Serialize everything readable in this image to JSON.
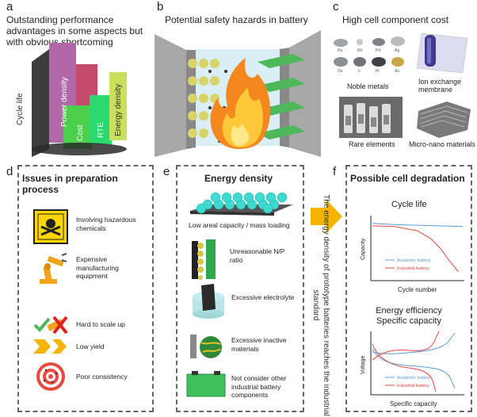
{
  "panel_a": {
    "letter": "a",
    "title": "Outstanding performance advantages in some aspects but with obvious shortcoming",
    "bars": [
      "Cycle life",
      "Power density",
      "Cost",
      "RTE",
      "Energy density"
    ],
    "colors": {
      "cycle": "#4a4a4a",
      "power": "#b267a8",
      "cost": "#4ccf4c",
      "rte": "#2bd96e",
      "energy": "#c9e05a",
      "pink": "#c44a6c"
    }
  },
  "panel_b": {
    "letter": "b",
    "title": "Potential safety hazards in battery"
  },
  "panel_c": {
    "letter": "c",
    "title": "High cell component cost",
    "items": [
      "Noble metals",
      "Ion exchange membrane",
      "Rare elements",
      "Micro-nano materials"
    ],
    "metals": [
      "Ru",
      "Rh",
      "Pd",
      "Ag",
      "Os",
      "Ir",
      "Pt",
      "Au"
    ]
  },
  "panel_d": {
    "letter": "d",
    "title": "Issues in preparation process",
    "items": [
      "Involving hazardous chemicals",
      "Expensive manufacturing equipment",
      "Hard to scale up",
      "Low yield",
      "Poor consistency"
    ]
  },
  "panel_e": {
    "letter": "e",
    "title": "Energy density",
    "caption": "Low areal capacity / mass loading",
    "items": [
      "Unreasonable N/P ratio",
      "Excessive electrolyte",
      "Excessive inactive materials",
      "Not consider other industrial battery components"
    ],
    "arrow_text": "The energy density of prototype batteries reaches the industrial standard"
  },
  "panel_f": {
    "letter": "f",
    "title": "Possible cell degradation",
    "chart_data": [
      {
        "type": "line",
        "title": "Cycle life",
        "xlabel": "Cycle number",
        "ylabel": "Capacity",
        "series": [
          {
            "name": "Academic battery",
            "color": "#5b9bd5",
            "x": [
              0,
              0.25,
              0.5,
              0.75,
              1.0
            ],
            "y": [
              0.9,
              0.88,
              0.87,
              0.86,
              0.85
            ]
          },
          {
            "name": "Industrial battery",
            "color": "#e8453c",
            "x": [
              0,
              0.25,
              0.5,
              0.65,
              0.75,
              0.85,
              0.95
            ],
            "y": [
              0.86,
              0.85,
              0.78,
              0.65,
              0.5,
              0.3,
              0.12
            ]
          }
        ]
      },
      {
        "type": "line",
        "title": "Energy efficiency Specific capacity",
        "xlabel": "Specific capacity",
        "ylabel": "Voltage",
        "series": [
          {
            "name": "Academic battery",
            "color": "#5b9bd5"
          },
          {
            "name": "Industrial battery",
            "color": "#e8453c"
          }
        ]
      }
    ]
  }
}
